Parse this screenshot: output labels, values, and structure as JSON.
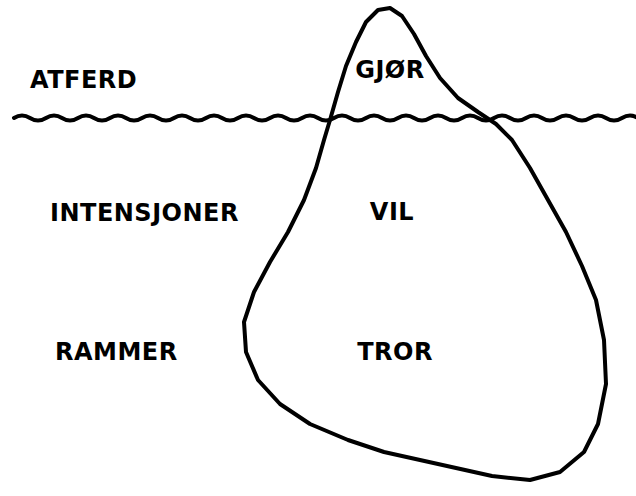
{
  "diagram": {
    "nodes": [
      {
        "text": [
          "GJØR",
          "VIL",
          "TROR"
        ]
      }
    ],
    "labels": [
      "ATFERD",
      "INTENSJONER",
      "RAMMER"
    ]
  }
}
